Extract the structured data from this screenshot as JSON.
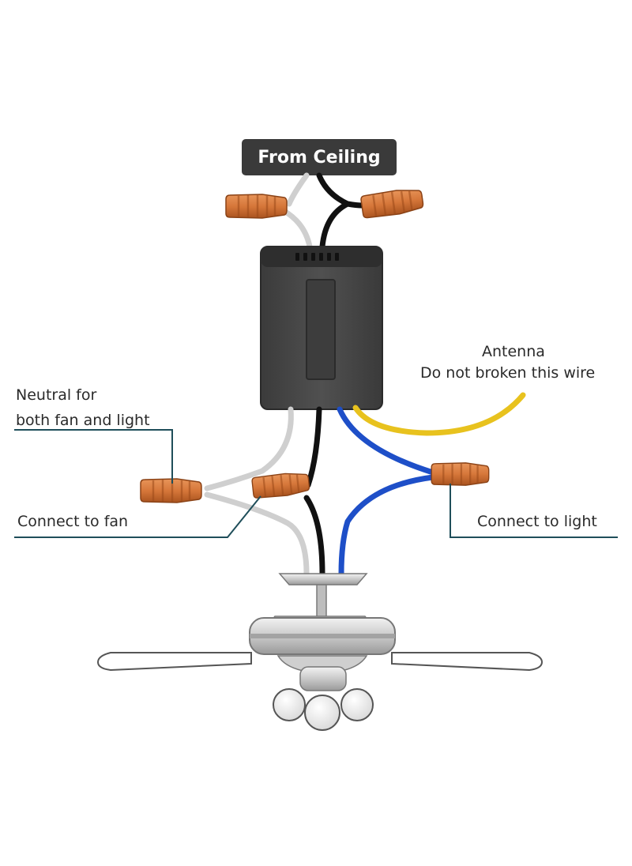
{
  "header": {
    "label": "From Ceiling"
  },
  "labels": {
    "antenna_line1": "Antenna",
    "antenna_line2": "Do not broken this wire",
    "neutral_line1": "Neutral for",
    "neutral_line2": "both fan and light",
    "connect_fan": "Connect to fan",
    "connect_light": "Connect to light"
  },
  "colors": {
    "wire_black": "#111111",
    "wire_white": "#cfcfcf",
    "wire_blue": "#1e4fc8",
    "wire_yellow": "#e8c21e",
    "connector": "#d6773a",
    "receiver": "#4a4a4a",
    "leader_line": "#1f4e5a",
    "header_bg": "#3a3a3a"
  }
}
